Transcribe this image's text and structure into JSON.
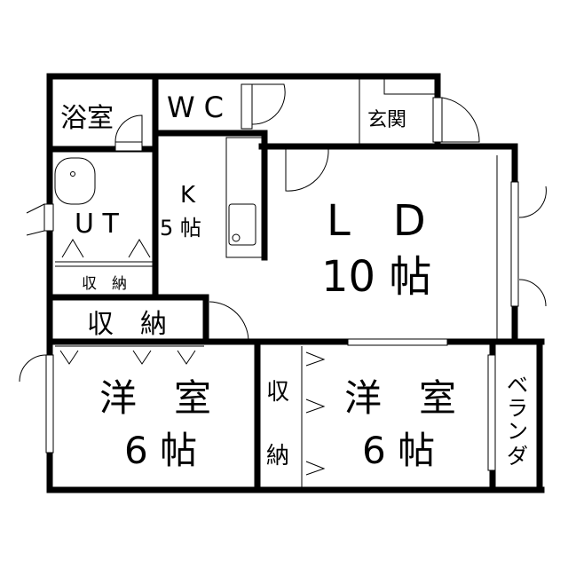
{
  "rooms": {
    "bath": "浴室",
    "wc": "WC",
    "entrance": "玄関",
    "kitchen_label": "K",
    "kitchen_size": "5 帖",
    "ld_label": "L　D",
    "ld_size": "10 帖",
    "ut": "U T",
    "ut_storage": "収　納",
    "storage": "収　納",
    "room1_label": "洋　室",
    "room1_size": "6 帖",
    "room2_label": "洋　室",
    "room2_size": "6 帖",
    "room2_storage_top": "収",
    "room2_storage_bottom": "納",
    "balcony": [
      "ベ",
      "ラ",
      "ン",
      "ダ"
    ]
  }
}
